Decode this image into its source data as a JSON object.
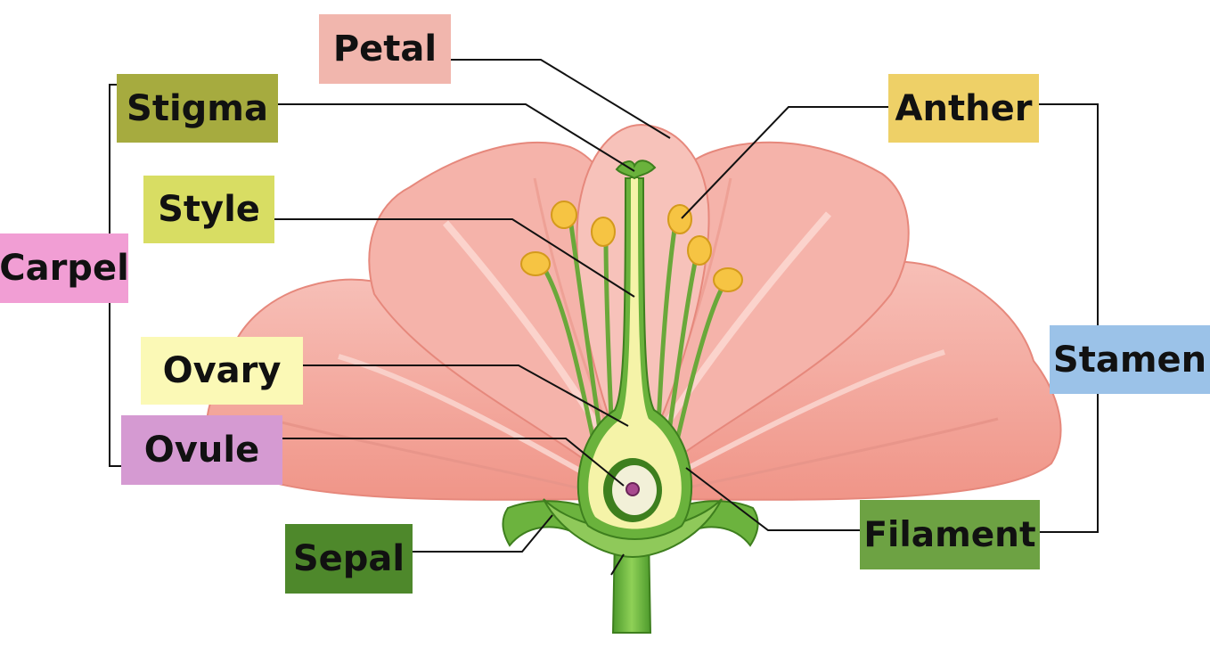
{
  "labels": {
    "petal": {
      "text": "Petal",
      "color": "#f1b6ad"
    },
    "stigma": {
      "text": "Stigma",
      "color": "#a6ab3f"
    },
    "style": {
      "text": "Style",
      "color": "#d8dd63"
    },
    "carpel": {
      "text": "Carpel",
      "color": "#f19ed4"
    },
    "ovary": {
      "text": "Ovary",
      "color": "#fbf9b6"
    },
    "ovule": {
      "text": "Ovule",
      "color": "#d59ad2"
    },
    "sepal": {
      "text": "Sepal",
      "color": "#4e882b"
    },
    "anther": {
      "text": "Anther",
      "color": "#eed067"
    },
    "stamen": {
      "text": "Stamen",
      "color": "#9bc2e8"
    },
    "filament": {
      "text": "Filament",
      "color": "#6da243"
    }
  },
  "colors": {
    "petal_fill": "#f4a9a0",
    "petal_light": "#f9c9c2",
    "petal_dark": "#e8897e",
    "stem_green": "#6cb33e",
    "stem_light": "#a6d66d",
    "ovary_yellow": "#f5f3a8",
    "anther_yellow": "#f6c443",
    "leader_line": "#111111"
  }
}
